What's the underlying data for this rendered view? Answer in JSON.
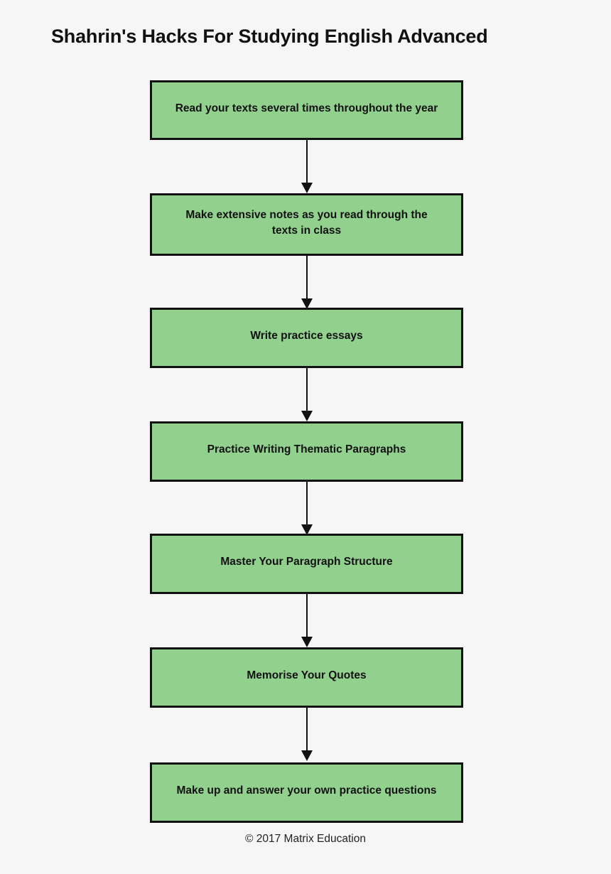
{
  "title": "Shahrin's Hacks For Studying English Advanced",
  "footer": "© 2017 Matrix Education",
  "colors": {
    "background": "#f6f6f6",
    "node_fill": "#92d08d",
    "node_border": "#111111",
    "text": "#111111",
    "arrow": "#111111"
  },
  "chart_data": {
    "type": "flowchart",
    "title": "Shahrin's Hacks For Studying English Advanced",
    "orientation": "top-to-bottom",
    "node_count": 7,
    "connector_type": "single-headed-arrow",
    "nodes": [
      {
        "id": 1,
        "label": "Read your texts several times throughout the year"
      },
      {
        "id": 2,
        "label": "Make extensive notes as you read through the\ntexts in class"
      },
      {
        "id": 3,
        "label": "Write practice essays"
      },
      {
        "id": 4,
        "label": "Practice Writing Thematic Paragraphs"
      },
      {
        "id": 5,
        "label": "Master Your Paragraph Structure"
      },
      {
        "id": 6,
        "label": "Memorise Your Quotes"
      },
      {
        "id": 7,
        "label": "Make up and answer your own practice questions"
      }
    ],
    "edges": [
      {
        "from": 1,
        "to": 2
      },
      {
        "from": 2,
        "to": 3
      },
      {
        "from": 3,
        "to": 4
      },
      {
        "from": 4,
        "to": 5
      },
      {
        "from": 5,
        "to": 6
      },
      {
        "from": 6,
        "to": 7
      }
    ]
  }
}
